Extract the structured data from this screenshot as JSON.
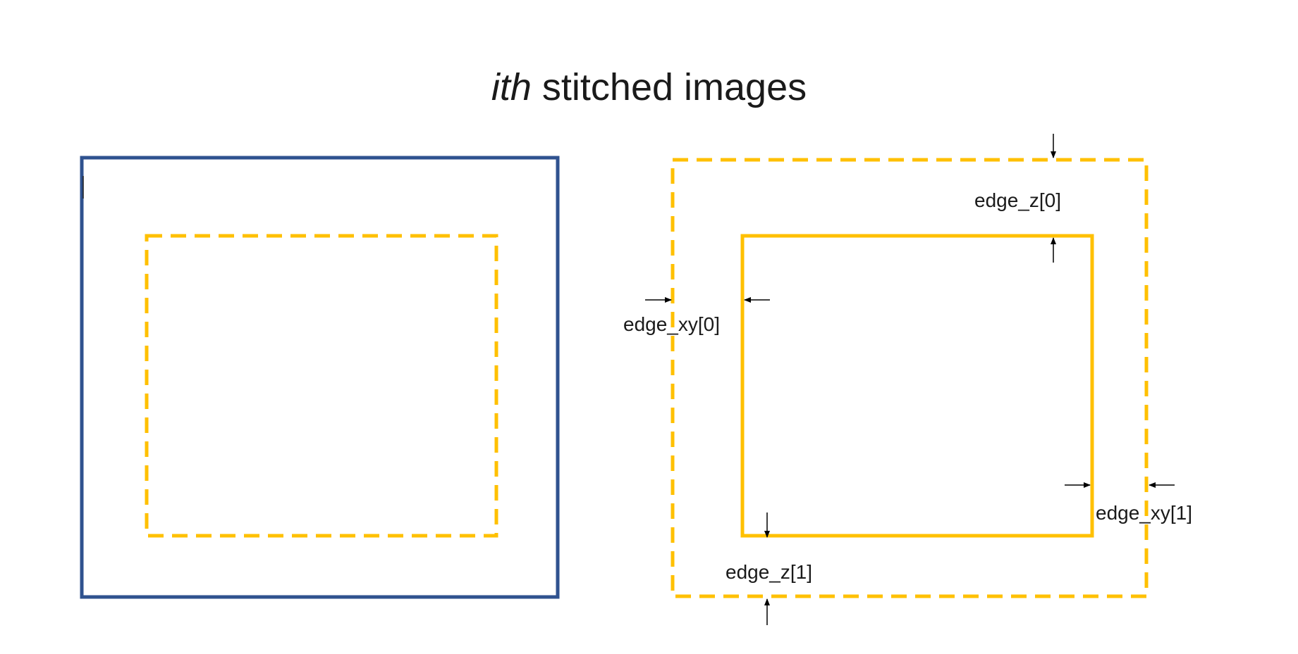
{
  "title": {
    "italic_part": "ith",
    "rest": " stitched images"
  },
  "colors": {
    "outer_box": "#2f528f",
    "yellow": "#ffc000",
    "arrow": "#000000",
    "text": "#1a1a1a"
  },
  "labels": {
    "edge_z_0": "edge_z[0]",
    "edge_z_1": "edge_z[1]",
    "edge_xy_0": "edge_xy[0]",
    "edge_xy_1": "edge_xy[1]"
  }
}
